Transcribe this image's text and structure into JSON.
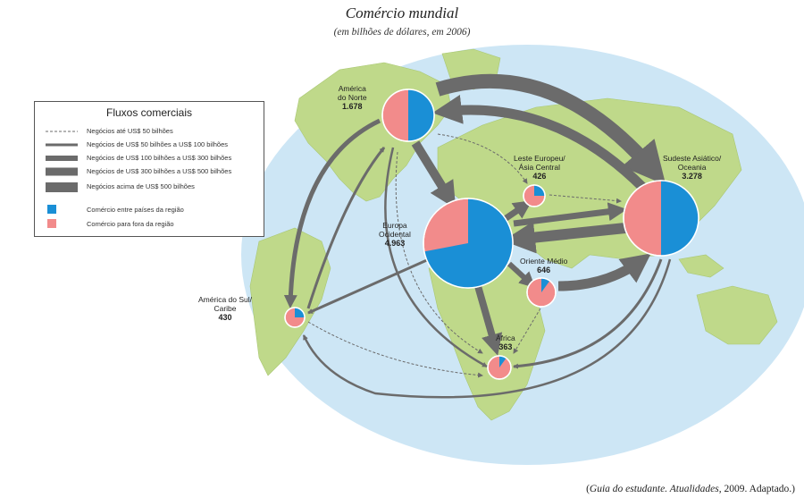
{
  "title": "Comércio mundial",
  "subtitle": "(em bilhões de dólares, em 2006)",
  "legend": {
    "title": "Fluxos comerciais",
    "items": [
      {
        "label": "Negócios até US$ 50 bilhões"
      },
      {
        "label": "Negócios de US$ 50 bilhões a US$ 100 bilhões"
      },
      {
        "label": "Negócios de US$ 100 bilhões a US$ 300 bilhões"
      },
      {
        "label": "Negócios de US$ 300 bilhões a US$ 500 bilhões"
      },
      {
        "label": "Negócios acima de US$ 500 bilhões"
      }
    ],
    "colors": [
      {
        "label": "Comércio entre países da região",
        "color": "#1a8fd6"
      },
      {
        "label": "Comércio para fora da região",
        "color": "#f28b8b"
      }
    ]
  },
  "regions": [
    {
      "id": "america-norte",
      "line1": "América",
      "line2": "do Norte",
      "value": "1.678",
      "intra_fraction": 0.5
    },
    {
      "id": "leste-europeu",
      "line1": "Leste Europeu/",
      "line2": "Ásia Central",
      "value": "426",
      "intra_fraction": 0.25
    },
    {
      "id": "sudeste-asiatico",
      "line1": "Sudeste Asiático/",
      "line2": "Oceania",
      "value": "3.278",
      "intra_fraction": 0.5
    },
    {
      "id": "europa",
      "line1": "Europa",
      "line2": "Ocidental",
      "value": "4.963",
      "intra_fraction": 0.72
    },
    {
      "id": "oriente-medio",
      "line1": "Oriente Médio",
      "line2": "",
      "value": "646",
      "intra_fraction": 0.1
    },
    {
      "id": "america-sul",
      "line1": "América do Sul/",
      "line2": "Caribe",
      "value": "430",
      "intra_fraction": 0.25
    },
    {
      "id": "africa",
      "line1": "África",
      "line2": "",
      "value": "363",
      "intra_fraction": 0.1
    }
  ],
  "colors": {
    "ocean": "#cde6f5",
    "land": "#bfd98a",
    "arrow": "#6b6b6b",
    "intra": "#1a8fd6",
    "extra": "#f28b8b"
  },
  "source": {
    "prefix": "(",
    "work": "Guia do estudante. Atualidades",
    "rest": ", 2009. Adaptado.)"
  }
}
